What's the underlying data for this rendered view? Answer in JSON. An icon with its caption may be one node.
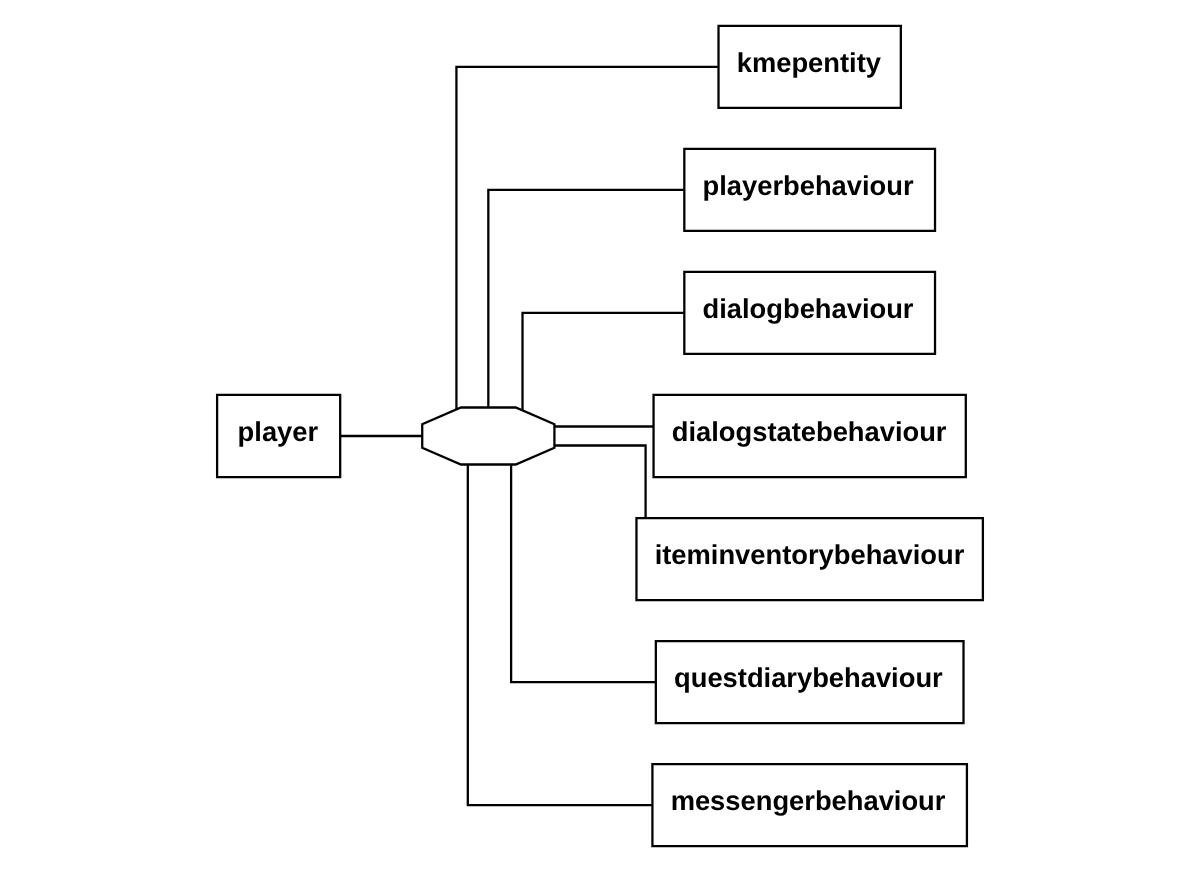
{
  "diagram": {
    "nodes": [
      {
        "text": [
          "player"
        ]
      },
      {
        "text": [],
        "shape": "octagon"
      },
      {
        "text": [
          "kmepentity"
        ]
      },
      {
        "text": [
          "playerbehaviour"
        ]
      },
      {
        "text": [
          "dialogbehaviour"
        ]
      },
      {
        "text": [
          "dialogstatebehaviour"
        ]
      },
      {
        "text": [
          "iteminventorybehaviour"
        ]
      },
      {
        "text": [
          "questdiarybehaviour"
        ]
      },
      {
        "text": [
          "messengerbehaviour"
        ]
      }
    ],
    "edges": [
      {
        "from": 0,
        "to": 1,
        "arrow": "none"
      },
      {
        "from": 1,
        "to": 2,
        "arrow": "none"
      },
      {
        "from": 1,
        "to": 3,
        "arrow": "none"
      },
      {
        "from": 1,
        "to": 4,
        "arrow": "none"
      },
      {
        "from": 1,
        "to": 5,
        "arrow": "none"
      },
      {
        "from": 1,
        "to": 6,
        "arrow": "none"
      },
      {
        "from": 1,
        "to": 7,
        "arrow": "none"
      },
      {
        "from": 1,
        "to": 8,
        "arrow": "none"
      }
    ]
  }
}
